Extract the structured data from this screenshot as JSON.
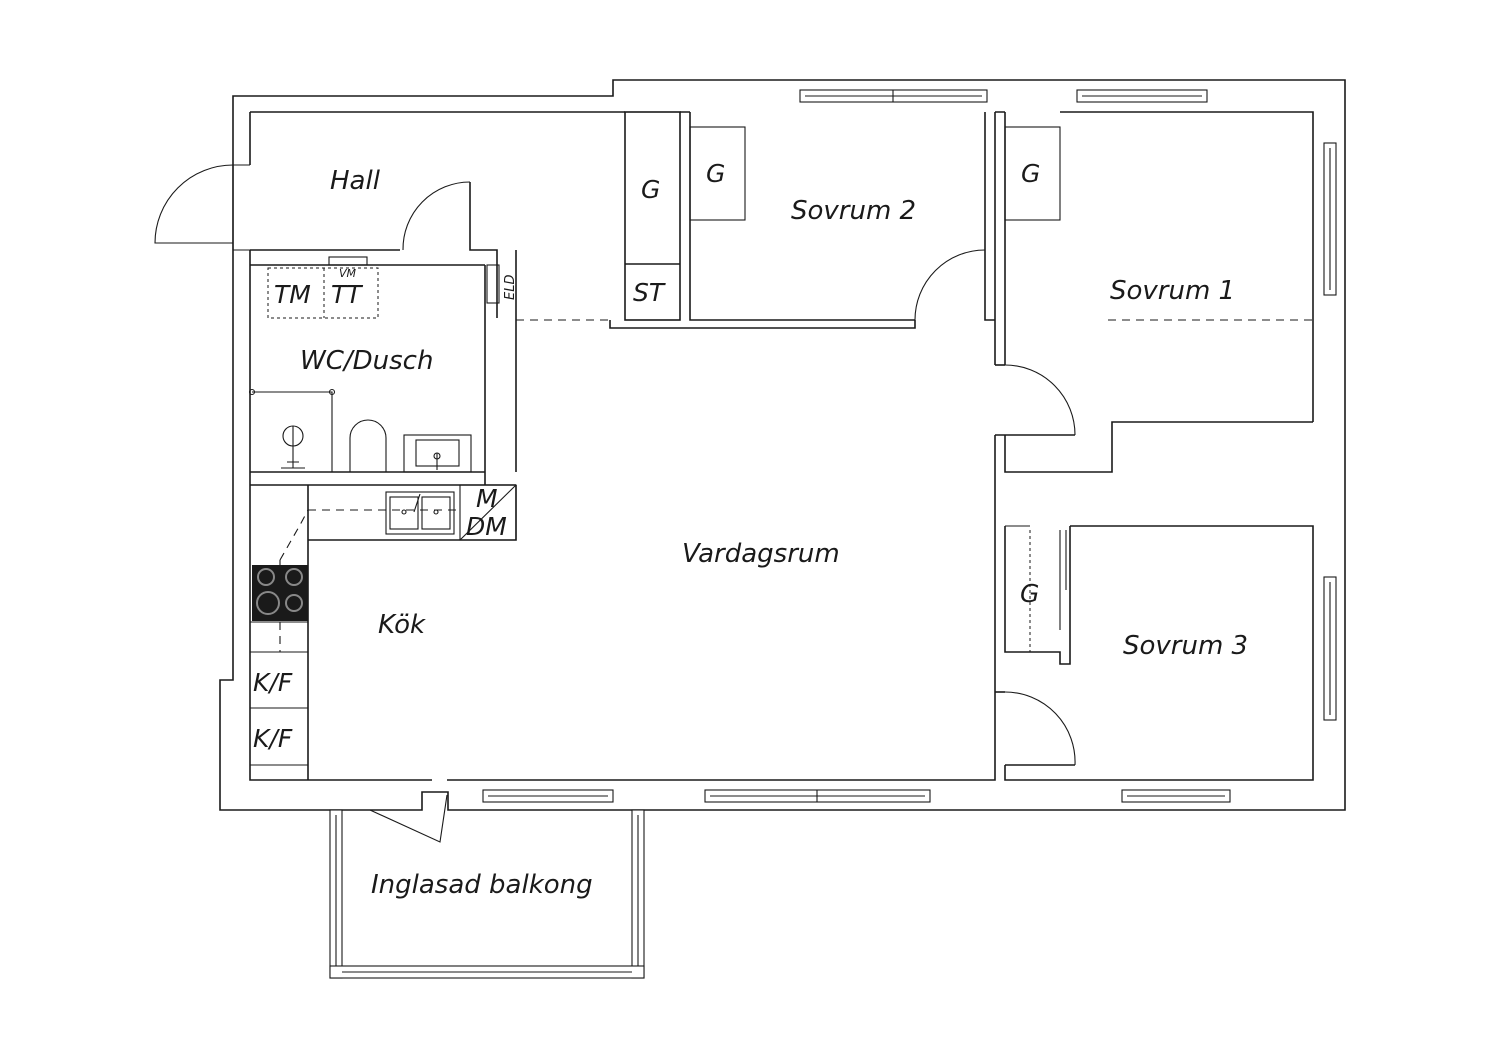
{
  "rooms": {
    "hall": "Hall",
    "wc": "WC/Dusch",
    "sovrum2": "Sovrum 2",
    "sovrum1": "Sovrum 1",
    "sovrum3": "Sovrum 3",
    "vardagsrum": "Vardagsrum",
    "kok": "Kök",
    "balkong": "Inglasad balkong"
  },
  "fixtures": {
    "tm": "TM",
    "tt": "TT",
    "vm": "VM",
    "eld": "ELD",
    "g": "G",
    "st": "ST",
    "m": "M",
    "dm": "DM",
    "kf": "K/F"
  }
}
